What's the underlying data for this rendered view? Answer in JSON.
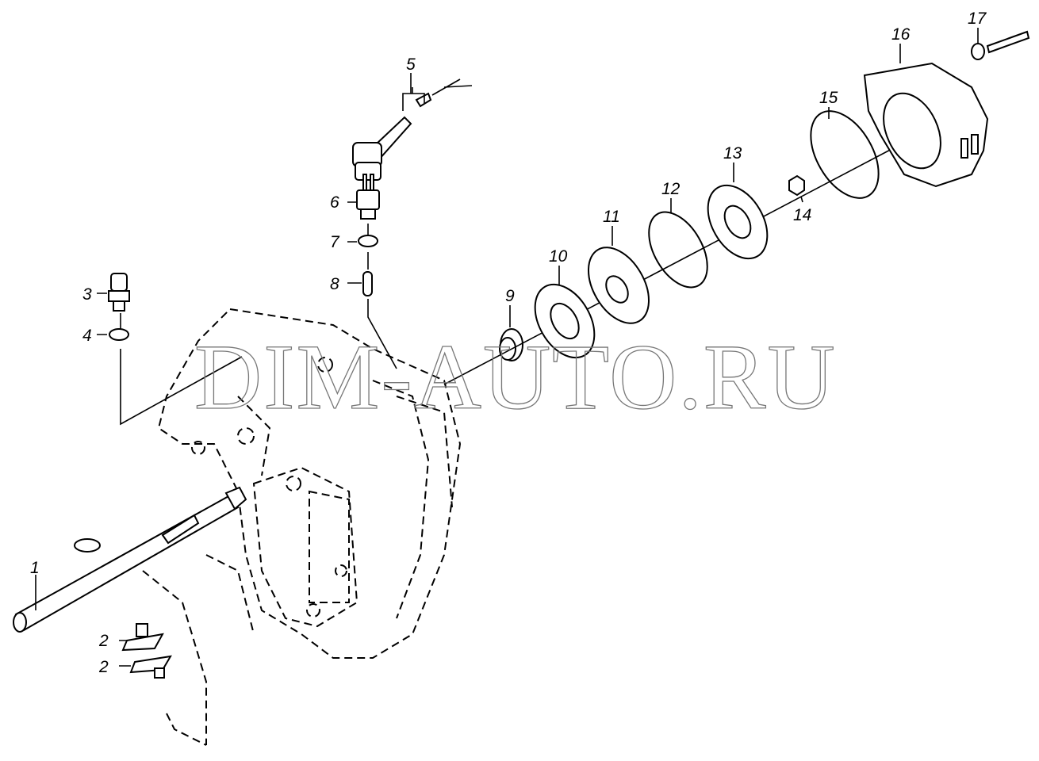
{
  "diagram": {
    "watermark": "DIM-AUTO.RU",
    "callouts": [
      {
        "id": "1",
        "label": "1"
      },
      {
        "id": "2a",
        "label": "2"
      },
      {
        "id": "2b",
        "label": "2"
      },
      {
        "id": "3",
        "label": "3"
      },
      {
        "id": "4",
        "label": "4"
      },
      {
        "id": "5",
        "label": "5"
      },
      {
        "id": "6",
        "label": "6"
      },
      {
        "id": "7",
        "label": "7"
      },
      {
        "id": "8",
        "label": "8"
      },
      {
        "id": "9",
        "label": "9"
      },
      {
        "id": "10",
        "label": "10"
      },
      {
        "id": "11",
        "label": "11"
      },
      {
        "id": "12",
        "label": "12"
      },
      {
        "id": "13",
        "label": "13"
      },
      {
        "id": "14",
        "label": "14"
      },
      {
        "id": "15",
        "label": "15"
      },
      {
        "id": "16",
        "label": "16"
      },
      {
        "id": "17",
        "label": "17"
      }
    ]
  }
}
